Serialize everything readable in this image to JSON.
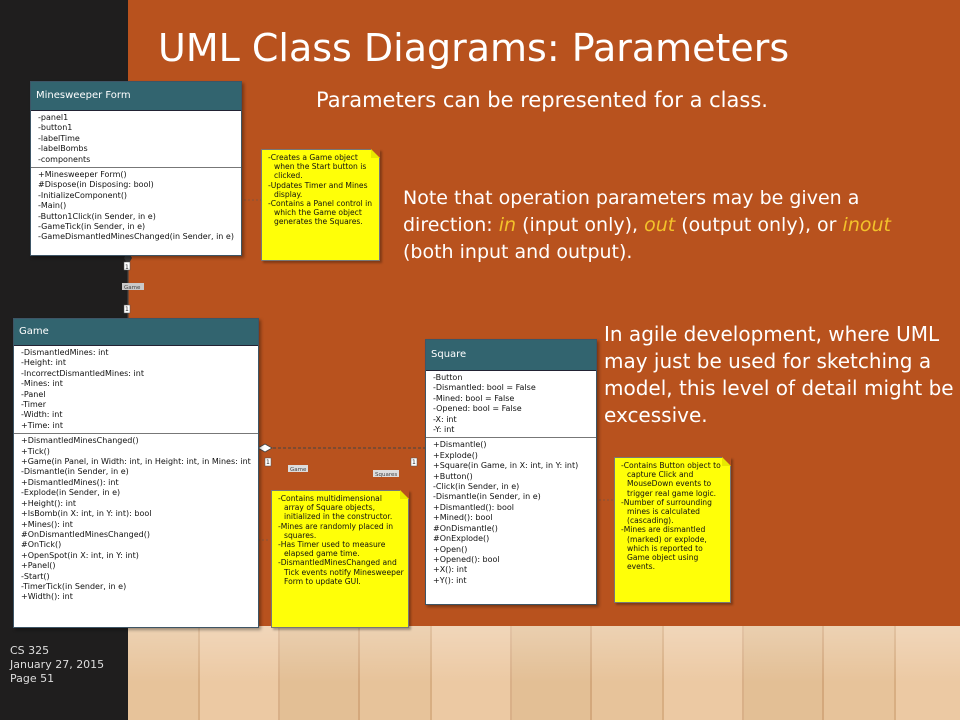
{
  "slide": {
    "title": "UML Class Diagrams: Parameters",
    "subtitle": "Parameters can be represented for a class.",
    "note_parts": [
      "Note that operation parameters may be given a direction: ",
      "in",
      " (input only), ",
      "out",
      " (output only), or ",
      "inout",
      " (both input and output)."
    ],
    "agile_note": "In agile development, where UML may just be used for sketching a model, this level of detail might be excessive.",
    "footer": {
      "course": "CS 325",
      "date": "January 27, 2015",
      "page": "Page 51"
    }
  },
  "classes": {
    "form": {
      "name": "Minesweeper Form",
      "attributes": [
        "-panel1",
        "-button1",
        "-labelTime",
        "-labelBombs",
        "-components"
      ],
      "operations": [
        "+Minesweeper Form()",
        "#Dispose(in Disposing: bool)",
        "-InitializeComponent()",
        "-Main()",
        "-Button1Click(in Sender, in e)",
        "-GameTick(in Sender, in e)",
        "-GameDismantledMinesChanged(in Sender, in e)"
      ]
    },
    "game": {
      "name": "Game",
      "attributes": [
        "-DismantledMines: int",
        "-Height: int",
        "-IncorrectDismantledMines: int",
        "-Mines: int",
        "-Panel",
        "-Timer",
        "-Width: int",
        "+Time: int"
      ],
      "operations": [
        "+DismantledMinesChanged()",
        "+Tick()",
        "+Game(in Panel, in Width: int, in Height: int, in Mines: int",
        "-Dismantle(in Sender, in e)",
        "+DismantledMines(): int",
        "-Explode(in Sender, in e)",
        "+Height(): int",
        "+IsBomb(in X: int, in Y: int): bool",
        "+Mines(): int",
        "#OnDismantledMinesChanged()",
        "#OnTick()",
        "+OpenSpot(in X: int, in Y: int)",
        "+Panel()",
        "-Start()",
        "-TimerTick(in Sender, in e)",
        "+Width(): int"
      ]
    },
    "square": {
      "name": "Square",
      "attributes": [
        "-Button",
        "-Dismantled: bool = False",
        "-Mined: bool = False",
        "-Opened: bool = False",
        "-X: int",
        "-Y: int"
      ],
      "operations": [
        "+Dismantle()",
        "+Explode()",
        "+Square(in Game, in X: int, in Y: int)",
        "+Button()",
        "-Click(in Sender, in e)",
        "-Dismantle(in Sender, in e)",
        "+Dismantled(): bool",
        "+Mined(): bool",
        "#OnDismantle()",
        "#OnExplode()",
        "+Open()",
        "+Opened(): bool",
        "+X(): int",
        "+Y(): int"
      ]
    }
  },
  "notes": {
    "form_note": [
      "-Creates a Game object when the Start button is clicked.",
      "-Updates Timer and Mines display.",
      "-Contains a Panel control in which the Game object generates the Squares."
    ],
    "game_note": [
      "-Contains multidimensional array of Square objects, initialized in the constructor.",
      "-Mines are randomly placed in squares.",
      "-Has Timer used to measure elapsed game time.",
      "-DismantledMinesChanged and Tick events notify Minesweeper Form to update GUI."
    ],
    "square_note": [
      "-Contains Button object to capture Click and MouseDown events to trigger real game logic.",
      "-Number of surrounding mines is calculated (cascading).",
      "-Mines are dismantled (marked) or explode, which is reported to Game object using events."
    ]
  },
  "connectors": {
    "form_game": {
      "end_top": "1",
      "role": "Game",
      "end_bottom": "1"
    },
    "game_square": {
      "end_left": "1",
      "role_left": "Game",
      "role_right": "Squares",
      "end_right": "1"
    }
  }
}
